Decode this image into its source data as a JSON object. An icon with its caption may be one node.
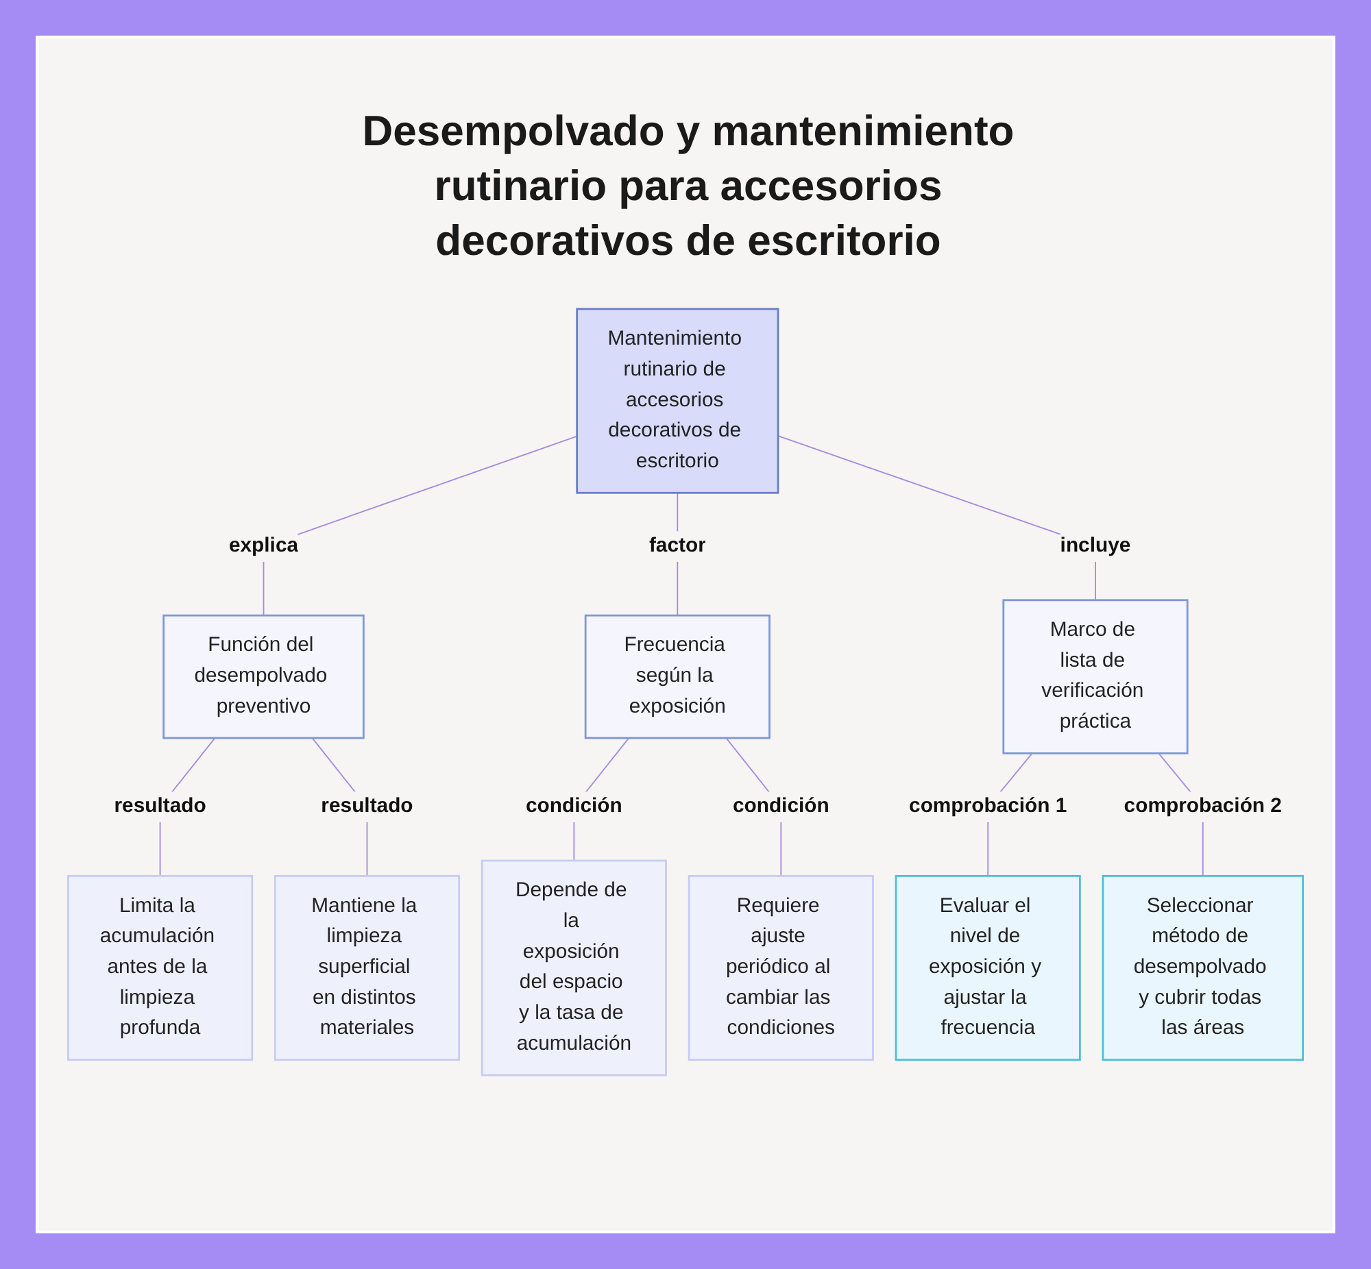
{
  "diagram": {
    "title": "Desempolvado y mantenimiento rutinario para accesorios decorativos de escritorio",
    "nodes": [
      {
        "text": [
          "Mantenimiento rutinario de accesorios decorativos de escritorio"
        ]
      },
      {
        "text": [
          "Función del desempolvado preventivo"
        ]
      },
      {
        "text": [
          "Frecuencia según la exposición"
        ]
      },
      {
        "text": [
          "Marco de lista de verificación práctica"
        ]
      },
      {
        "text": [
          "Limita la acumulación antes de la limpieza profunda"
        ]
      },
      {
        "text": [
          "Mantiene la limpieza superficial en distintos materiales"
        ]
      },
      {
        "text": [
          "Depende de la exposición del espacio y la tasa de acumulación"
        ]
      },
      {
        "text": [
          "Requiere ajuste periódico al cambiar las condiciones"
        ]
      },
      {
        "text": [
          "Evaluar el nivel de exposición y ajustar la frecuencia"
        ]
      },
      {
        "text": [
          "Seleccionar método de desempolvado y cubrir todas las áreas"
        ]
      }
    ],
    "edges": [
      {
        "from": 0,
        "to": 1,
        "arrow": "none",
        "label": "explica"
      },
      {
        "from": 0,
        "to": 2,
        "arrow": "none",
        "label": "factor"
      },
      {
        "from": 0,
        "to": 3,
        "arrow": "none",
        "label": "incluye"
      },
      {
        "from": 1,
        "to": 4,
        "arrow": "none",
        "label": "resultado"
      },
      {
        "from": 1,
        "to": 5,
        "arrow": "none",
        "label": "resultado"
      },
      {
        "from": 2,
        "to": 6,
        "arrow": "none",
        "label": "condición"
      },
      {
        "from": 2,
        "to": 7,
        "arrow": "none",
        "label": "condición"
      },
      {
        "from": 3,
        "to": 8,
        "arrow": "none",
        "label": "comprobación 1"
      },
      {
        "from": 3,
        "to": 9,
        "arrow": "none",
        "label": "comprobación 2"
      }
    ]
  }
}
